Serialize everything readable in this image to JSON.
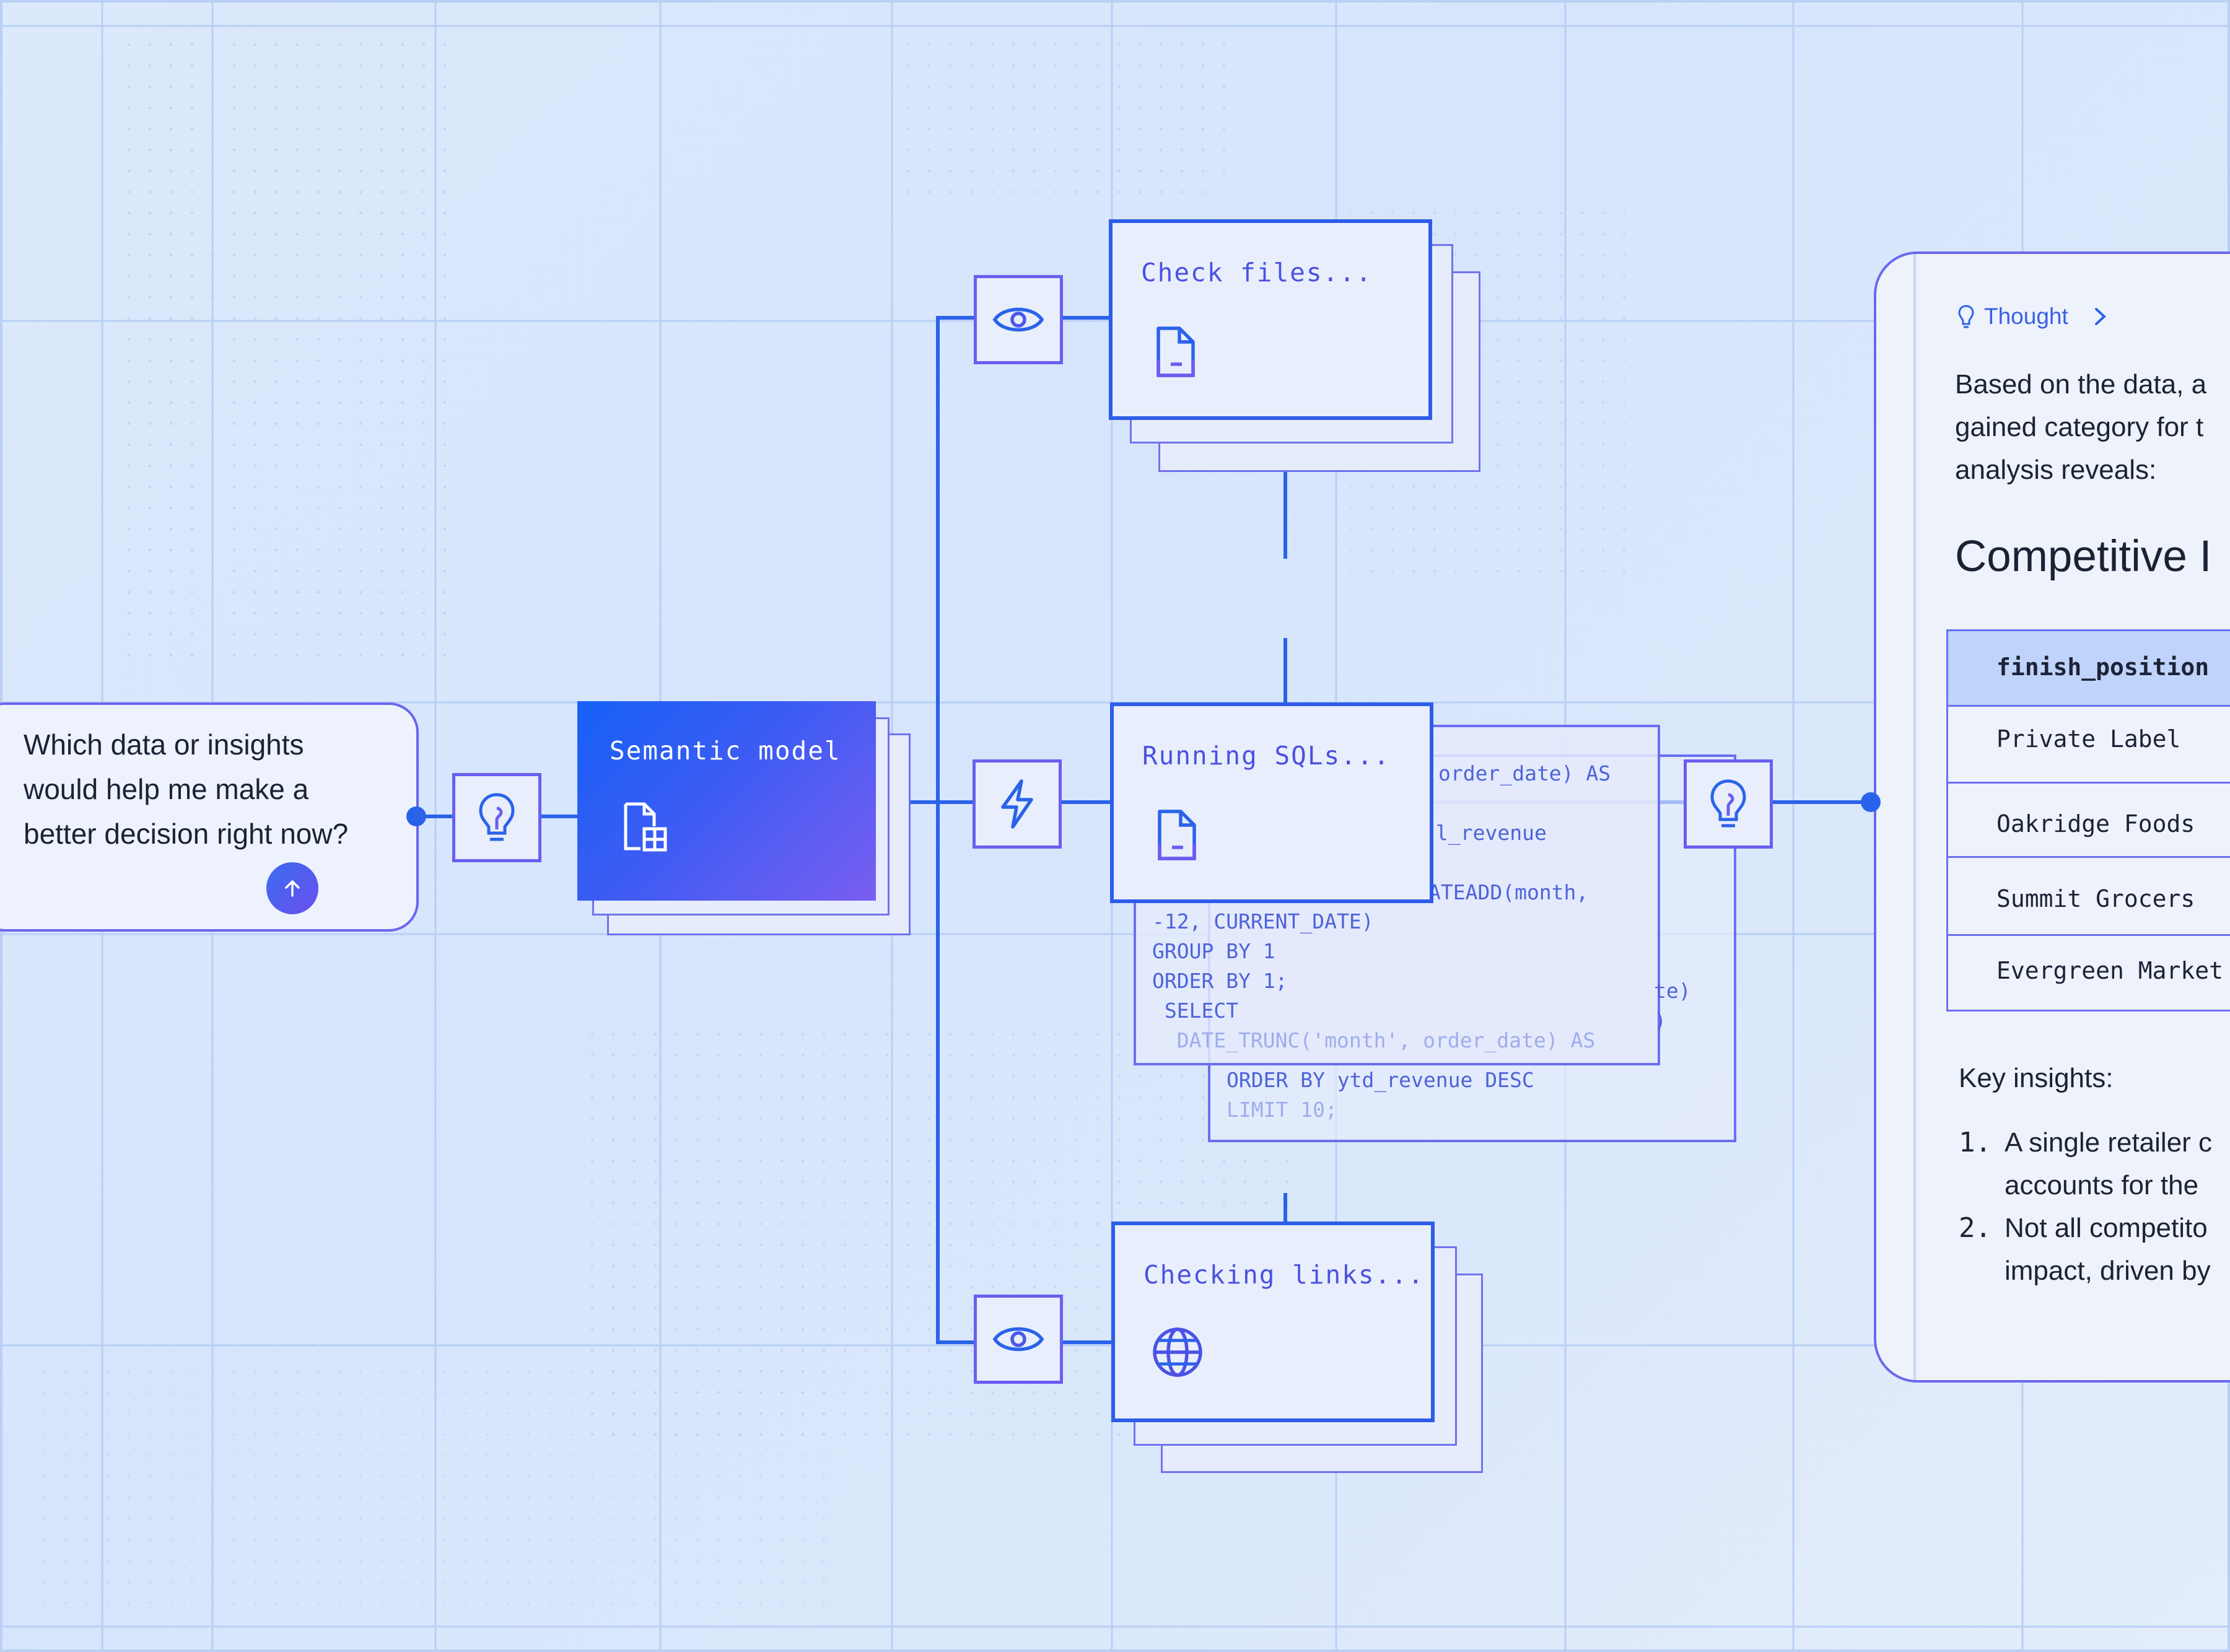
{
  "question": {
    "lines": [
      "Which data or insights",
      "would help me make a",
      "better decision right now?"
    ]
  },
  "nodes": {
    "semantic_model": "Semantic model",
    "check_files": "Check files...",
    "running_sqls": "Running SQLs...",
    "checking_links": "Checking links..."
  },
  "sql": {
    "back_layer": [
      "order_date) AS",
      "l_revenue",
      "ATEADD(month,",
      "",
      "",
      "te)",
      ")",
      ""
    ],
    "front_lines": [
      "-12, CURRENT_DATE)",
      "GROUP BY 1",
      "ORDER BY 1;",
      " SELECT",
      "  DATE_TRUNC('month', order_date) AS"
    ],
    "bottom_lines": [
      "ORDER BY ytd_revenue DESC",
      "LIMIT 10;"
    ]
  },
  "panel": {
    "thought_label": "Thought",
    "intro_lines": [
      "Based on the data, a",
      "gained category for t",
      "analysis reveals:"
    ],
    "heading": "Competitive I",
    "table": {
      "header": "finish_position",
      "rows": [
        "Private Label",
        "Oakridge Foods",
        "Summit Grocers",
        "Evergreen Market"
      ]
    },
    "insights_title": "Key insights:",
    "insights": [
      {
        "num": "1.",
        "lines": [
          "A single retailer c",
          "accounts for the"
        ]
      },
      {
        "num": "2.",
        "lines": [
          "Not all competito",
          "impact, driven by"
        ]
      }
    ]
  },
  "colors": {
    "accent": "#2a63ea",
    "violet": "#6a5ef0",
    "background": "#dae7fb"
  },
  "icons": [
    "lightbulb-icon",
    "file-icon",
    "file-table-icon",
    "eye-icon",
    "lightning-icon",
    "globe-icon",
    "arrow-up-icon",
    "chevron-right-icon"
  ]
}
